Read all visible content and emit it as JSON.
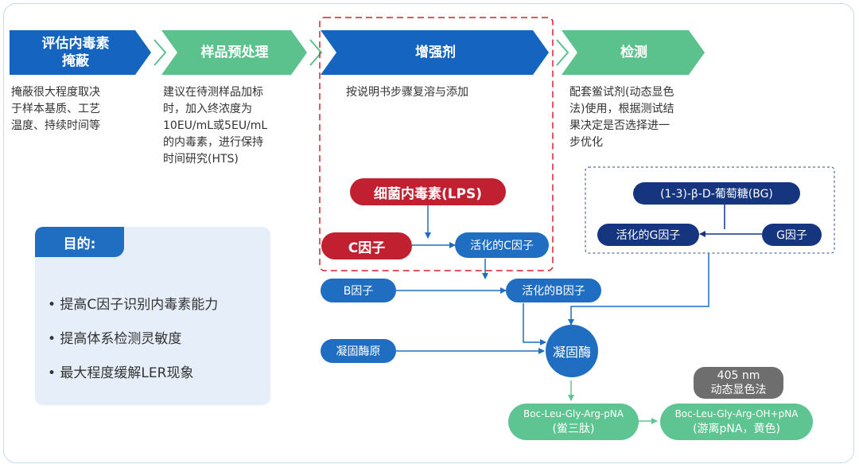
{
  "steps": [
    {
      "label_l1": "评估内毒素",
      "label_l2": "掩蔽",
      "color": "#1565c0"
    },
    {
      "label": "样品预处理",
      "color": "#5bc28e"
    },
    {
      "label": "增强剂",
      "color": "#1565c0"
    },
    {
      "label": "检测",
      "color": "#5bc28e"
    }
  ],
  "descriptions": {
    "d1": [
      "掩蔽很大程度取决",
      "于样本基质、工艺",
      "温度、持续时间等"
    ],
    "d2": [
      "建议在待测样品加标",
      "时，加入终浓度为",
      "10EU/mL或5EU/mL",
      "的内毒素，进行保持",
      "时间研究(HTS)"
    ],
    "d3": [
      "按说明书步骤复溶与添加"
    ],
    "d4": [
      "配套鲎试剂(动态显色",
      "法)使用，根据测试结",
      "果决定是否选择进一",
      "步优化"
    ]
  },
  "purpose": {
    "title": "目的:",
    "items": [
      "• 提高C因子识别内毒素能力",
      "• 提高体系检测灵敏度",
      "• 最大程度缓解LER现象"
    ]
  },
  "nodes": {
    "lps": "细菌内毒素(LPS)",
    "c_factor": "C因子",
    "activated_c": "活化的C因子",
    "b_factor": "B因子",
    "activated_b": "活化的B因子",
    "proclotting": "凝固酶原",
    "clotting": "凝固酶",
    "bg": "(1-3)-β-D-葡萄糖(BG)",
    "activated_g": "活化的G因子",
    "g_factor": "G因子",
    "method_l1": "405 nm",
    "method_l2": "动态显色法",
    "substrate_l1": "Boc-Leu-Gly-Arg-pNA",
    "substrate_l2": "(鲎三肽)",
    "product_l1": "Boc-Leu-Gly-Arg-OH+pNA",
    "product_l2": "(游离pNA，黄色)"
  },
  "colors": {
    "navy": "#15357f",
    "blue": "#1f6ec2",
    "red": "#c0202f",
    "green": "#5ec491",
    "gray": "#6e6e6e"
  }
}
